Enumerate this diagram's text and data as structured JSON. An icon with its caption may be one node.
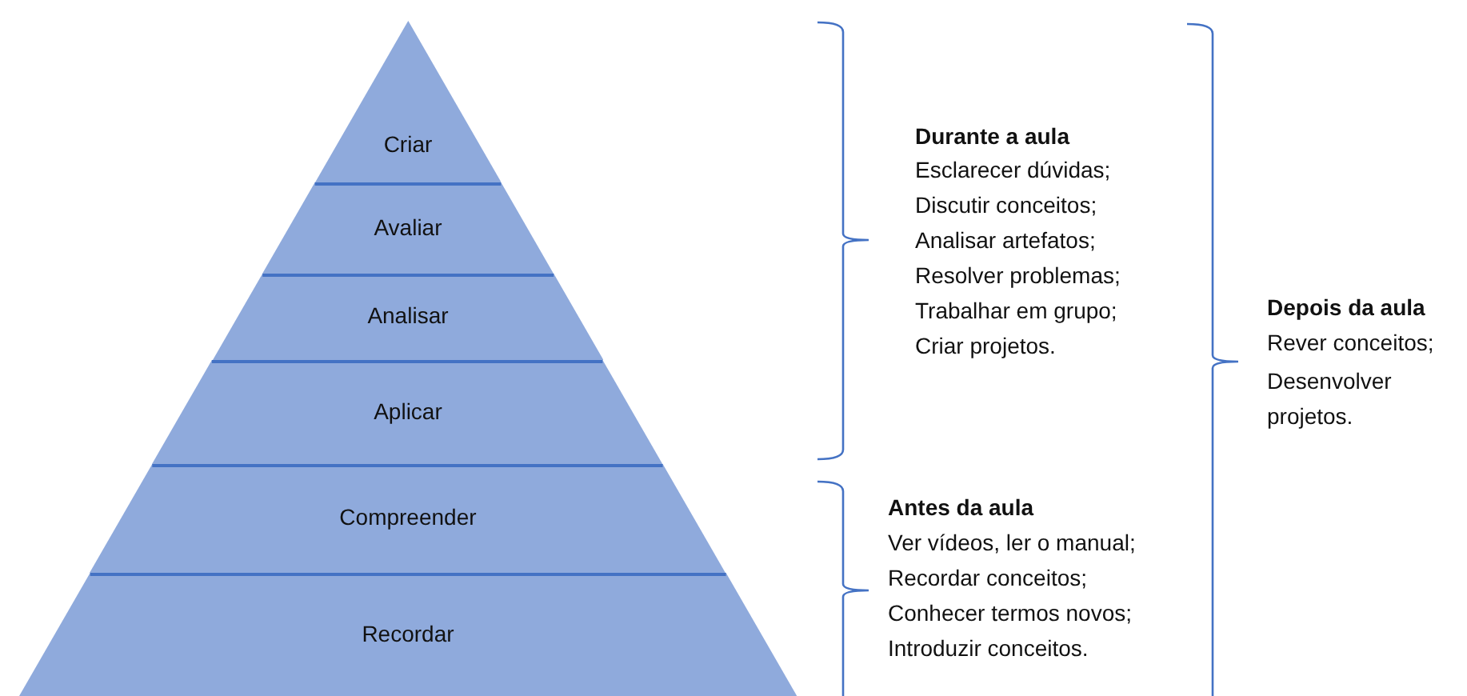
{
  "diagram": {
    "nodes": [
      {
        "text": [
          "Criar"
        ]
      },
      {
        "text": [
          "Avaliar"
        ]
      },
      {
        "text": [
          "Analisar"
        ]
      },
      {
        "text": [
          "Aplicar"
        ]
      },
      {
        "text": [
          "Compreender"
        ]
      },
      {
        "text": [
          "Recordar"
        ]
      }
    ],
    "labels": [
      "Durante a aula",
      "Esclarecer dúvidas;",
      "Discutir conceitos;",
      "Analisar artefatos;",
      "Resolver problemas;",
      "Trabalhar em grupo;",
      "Criar projetos.",
      "Depois da aula",
      "Rever conceitos;",
      "Desenvolver projetos.",
      "Antes da aula",
      "Ver vídeos, ler o manual;",
      "Recordar conceitos;",
      "Conhecer termos novos;",
      "Introduzir conceitos."
    ]
  }
}
